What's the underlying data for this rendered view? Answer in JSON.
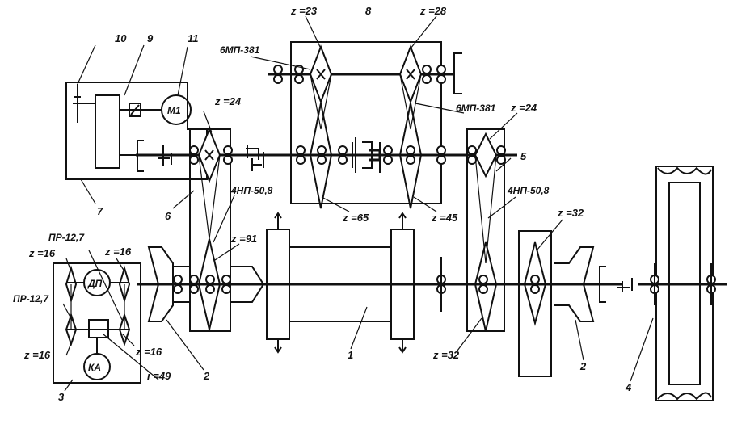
{
  "labels": {
    "z23": "z =23",
    "n8": "8",
    "z28": "z =28",
    "n10": "10",
    "n9": "9",
    "n11": "11",
    "m6381_top": "6МП-381",
    "z24_left": "z =24",
    "m6381_right": "6МП-381",
    "z24_right": "z =24",
    "m1": "M1",
    "n5": "5",
    "n7": "7",
    "n6": "6",
    "np508_left": "4НП-50,8",
    "z65": "z =65",
    "z45": "z =45",
    "np508_right": "4НП-50,8",
    "z32_top": "z =32",
    "z91": "z =91",
    "pr127_top": "ПР-12,7",
    "z16_a": "z =16",
    "z16_b": "z =16",
    "dp": "ДП",
    "pr127_left": "ПР-12,7",
    "z16_c": "z =16",
    "z16_d": "z =16",
    "i49": "i =49",
    "ka": "КА",
    "n1": "1",
    "n2_left": "2",
    "n2_right": "2",
    "z32_bottom": "z =32",
    "n3": "3",
    "n4": "4"
  }
}
